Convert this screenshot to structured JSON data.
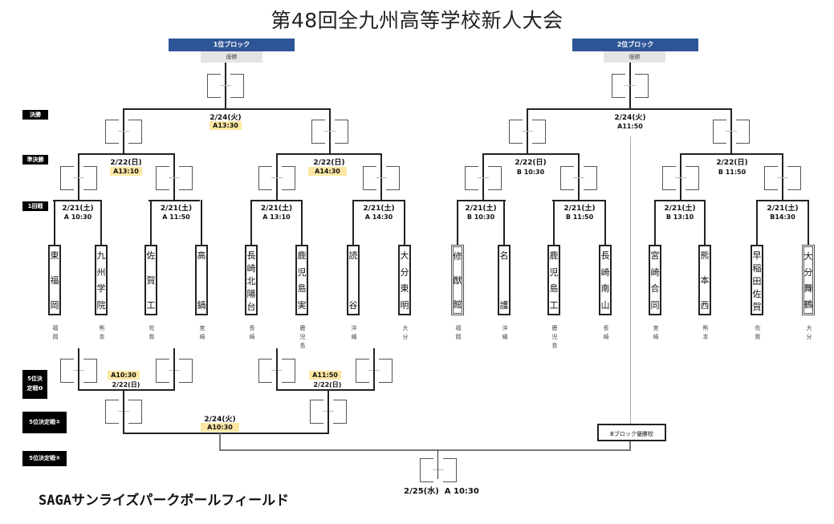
{
  "title": "第48回全九州高等学校新人大会",
  "blocks": [
    {
      "header": "1位ブロック",
      "winner_label": "優勝"
    },
    {
      "header": "2位ブロック",
      "winner_label": "優勝"
    }
  ],
  "round_labels": {
    "final": "決勝",
    "semi": "準決勝",
    "first": "1回戦",
    "fifth1_line1": "5位決",
    "fifth1_line2": "定戦❶",
    "fifth2": "5位決定戦②",
    "fifth3": "5位決定戦③"
  },
  "block1": {
    "final": {
      "date": "2/24(火)",
      "time": "A13:30"
    },
    "semis": [
      {
        "date": "2/22(日)",
        "time": "A13:10"
      },
      {
        "date": "2/22(日)",
        "time": "A14:30"
      }
    ],
    "first_round": [
      {
        "date": "2/21(土)",
        "time": "A 10:30"
      },
      {
        "date": "2/21(土)",
        "time": "A 11:50"
      },
      {
        "date": "2/21(土)",
        "time": "A 13:10"
      },
      {
        "date": "2/21(土)",
        "time": "A 14:30"
      }
    ]
  },
  "block2": {
    "final": {
      "date": "2/24(火)",
      "time": "A11:50"
    },
    "semis": [
      {
        "date": "2/22(日)",
        "time": "B 10:30"
      },
      {
        "date": "2/22(日)",
        "time": "B 11:50"
      }
    ],
    "first_round": [
      {
        "date": "2/21(土)",
        "time": "B 10:30"
      },
      {
        "date": "2/21(土)",
        "time": "B 11:50"
      },
      {
        "date": "2/21(土)",
        "time": "B 13:10"
      },
      {
        "date": "2/21(土)",
        "time": "B14:30"
      }
    ]
  },
  "teams": [
    {
      "name": [
        "東",
        "福",
        "岡"
      ],
      "pref": [
        "福",
        "岡"
      ]
    },
    {
      "name": [
        "九",
        "州",
        "学",
        "院"
      ],
      "pref": [
        "熊",
        "本"
      ]
    },
    {
      "name": [
        "佐",
        "賀",
        "工"
      ],
      "pref": [
        "佐",
        "賀"
      ]
    },
    {
      "name": [
        "高",
        "鍋"
      ],
      "pref": [
        "宮",
        "崎"
      ]
    },
    {
      "name": [
        "長",
        "崎",
        "北",
        "陽",
        "台"
      ],
      "pref": [
        "長",
        "崎"
      ]
    },
    {
      "name": [
        "鹿",
        "児",
        "島",
        "実"
      ],
      "pref": [
        "鹿",
        "児",
        "島"
      ]
    },
    {
      "name": [
        "読",
        "谷"
      ],
      "pref": [
        "沖",
        "縄"
      ]
    },
    {
      "name": [
        "大",
        "分",
        "東",
        "明"
      ],
      "pref": [
        "大",
        "分"
      ]
    },
    {
      "name": [
        "修",
        "猷",
        "館"
      ],
      "pref": [
        "福",
        "岡"
      ],
      "seeded": true
    },
    {
      "name": [
        "名",
        "護"
      ],
      "pref": [
        "沖",
        "縄"
      ]
    },
    {
      "name": [
        "鹿",
        "児",
        "島",
        "工"
      ],
      "pref": [
        "鹿",
        "児",
        "島"
      ]
    },
    {
      "name": [
        "長",
        "崎",
        "南",
        "山"
      ],
      "pref": [
        "長",
        "崎"
      ]
    },
    {
      "name": [
        "宮",
        "崎",
        "合",
        "同"
      ],
      "pref": [
        "宮",
        "崎"
      ]
    },
    {
      "name": [
        "熊",
        "本",
        "西"
      ],
      "pref": [
        "熊",
        "本"
      ]
    },
    {
      "name": [
        "早",
        "稲",
        "田",
        "佐",
        "賀"
      ],
      "pref": [
        "佐",
        "賀"
      ]
    },
    {
      "name": [
        "大",
        "分",
        "舞",
        "鶴"
      ],
      "pref": [
        "大",
        "分"
      ],
      "seeded": true
    }
  ],
  "fifth_place": {
    "r1": [
      {
        "date": "2/22(日)",
        "time": "A10:30"
      },
      {
        "date": "2/22(日)",
        "time": "A11:50"
      }
    ],
    "r2": {
      "date": "2/24(火)",
      "time": "A10:30"
    },
    "r3": {
      "date_time": "2/25(水)  A 10:30"
    },
    "b_block_winner_label": "Bブロック優勝校"
  },
  "venue": "SAGAサンライズパークボールフィールド"
}
